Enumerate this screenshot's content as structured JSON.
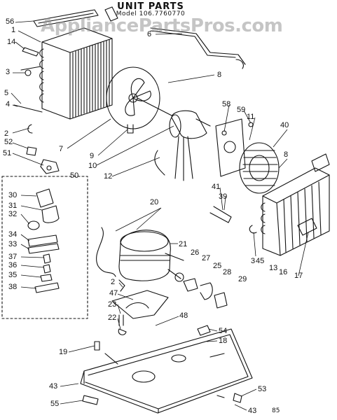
{
  "title": "UNIT PARTS",
  "model": "Model 106.7760770",
  "watermark": "AppliancePartsPros.com",
  "bottom_code": "85",
  "colors": {
    "line": "#111111",
    "watermark": "#969696",
    "background": "#ffffff"
  },
  "callouts": [
    "56",
    "1",
    "14",
    "3",
    "5",
    "4",
    "2",
    "52",
    "51",
    "50",
    "7",
    "9",
    "10",
    "12",
    "8",
    "6",
    "58",
    "59",
    "11",
    "40",
    "8",
    "41",
    "39",
    "3",
    "45",
    "13",
    "16",
    "17",
    "30",
    "31",
    "32",
    "34",
    "33",
    "37",
    "36",
    "35",
    "38",
    "20",
    "21",
    "26",
    "27",
    "25",
    "28",
    "29",
    "2",
    "47",
    "23",
    "22",
    "48",
    "54",
    "18",
    "19",
    "43",
    "55",
    "53",
    "43"
  ]
}
